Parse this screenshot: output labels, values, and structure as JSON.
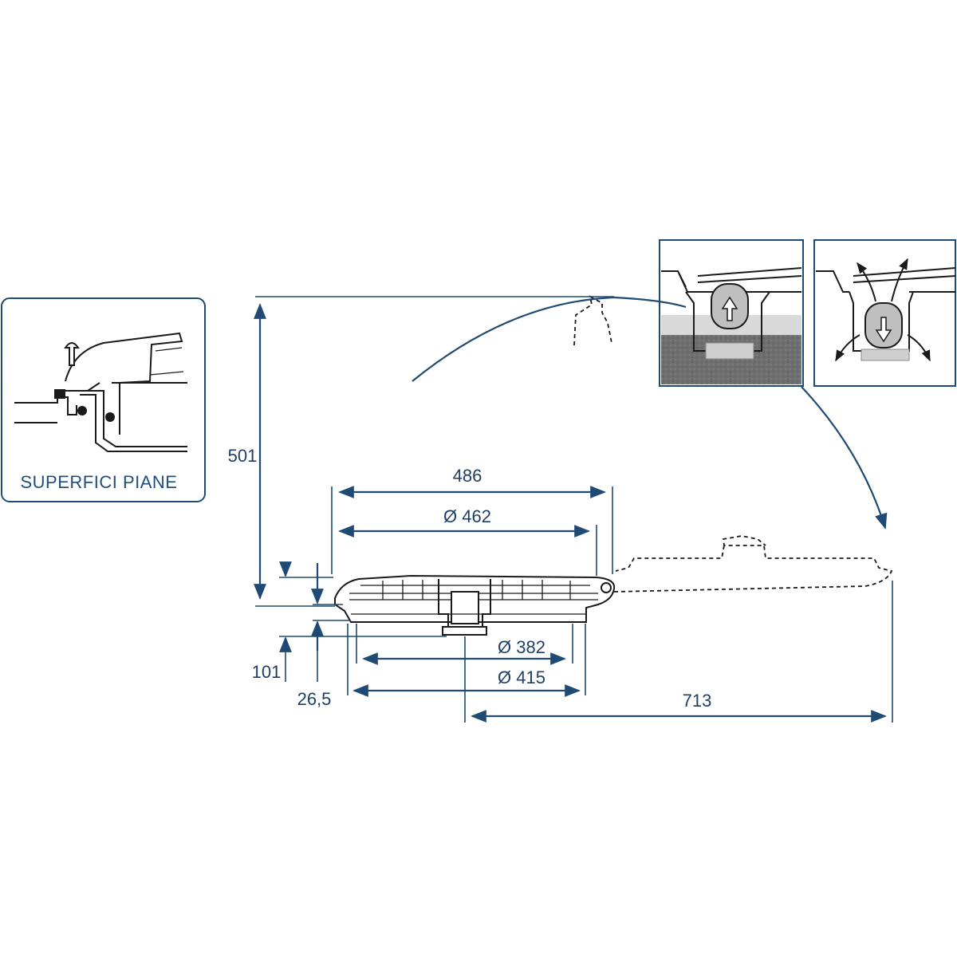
{
  "colors": {
    "dimension": "#1f4a73",
    "ink": "#1a1a1a",
    "caption": "#1f4f7f"
  },
  "inset": {
    "caption": "SUPERFICI PIANE"
  },
  "dimensions": {
    "height_open": "501",
    "width_overall": "486",
    "diameter_outer": "Ø 462",
    "diameter_cutout": "Ø 382",
    "diameter_frame": "Ø 415",
    "height_closed": "101",
    "flange_height": "26,5",
    "reach_open": "713"
  },
  "detail_views": [
    {
      "name": "vent-closed",
      "arrow_icon": "arrow-up-icon"
    },
    {
      "name": "vent-open",
      "arrow_icon": "arrow-down-icon"
    }
  ]
}
